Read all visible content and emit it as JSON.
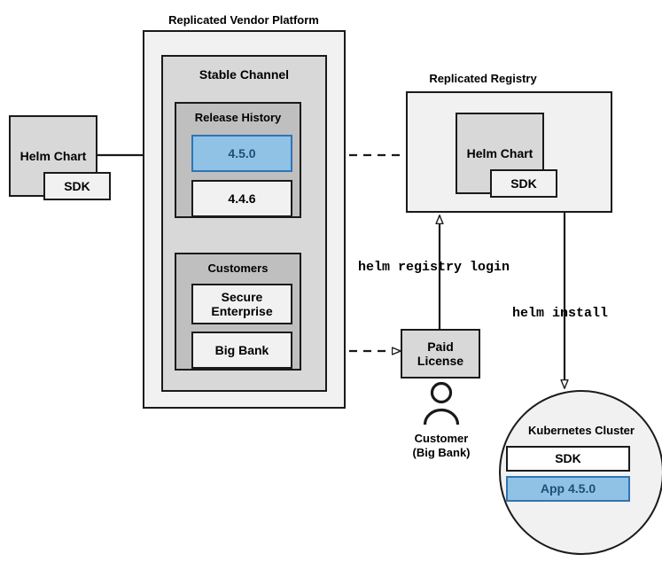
{
  "diagram": {
    "title": "Replicated Vendor Platform Helm distribution flow",
    "background": "#ffffff",
    "accent_blue_fill": "#8fc2e5",
    "accent_blue_border": "#2f74b5",
    "accent_blue_text": "#1f4e79",
    "stroke": "#1a1a1a"
  },
  "vendor_platform": {
    "title": "Replicated Vendor Platform",
    "channel": {
      "title": "Stable Channel",
      "release_history": {
        "title": "Release History",
        "releases": [
          {
            "label": "4.5.0",
            "highlighted": true
          },
          {
            "label": "4.4.6",
            "highlighted": false
          }
        ]
      },
      "customers": {
        "title": "Customers",
        "items": [
          {
            "label": "Secure Enterprise"
          },
          {
            "label": "Big Bank"
          }
        ]
      }
    }
  },
  "source_chart": {
    "label": "Helm Chart",
    "sdk_label": "SDK"
  },
  "registry": {
    "title": "Replicated Registry",
    "chart": {
      "label": "Helm Chart",
      "sdk_label": "SDK"
    }
  },
  "license": {
    "label": "Paid\nLicense",
    "line1": "Paid",
    "line2": "License"
  },
  "customer": {
    "line1": "Customer",
    "line2": "(Big Bank)",
    "icon": "person-icon"
  },
  "cluster": {
    "title": "Kubernetes Cluster",
    "items": [
      {
        "label": "SDK",
        "highlighted": false
      },
      {
        "label": "App 4.5.0",
        "highlighted": true
      }
    ]
  },
  "commands": [
    {
      "id": "helm-registry-login",
      "text": "helm registry login"
    },
    {
      "id": "helm-install",
      "text": "helm install"
    }
  ]
}
